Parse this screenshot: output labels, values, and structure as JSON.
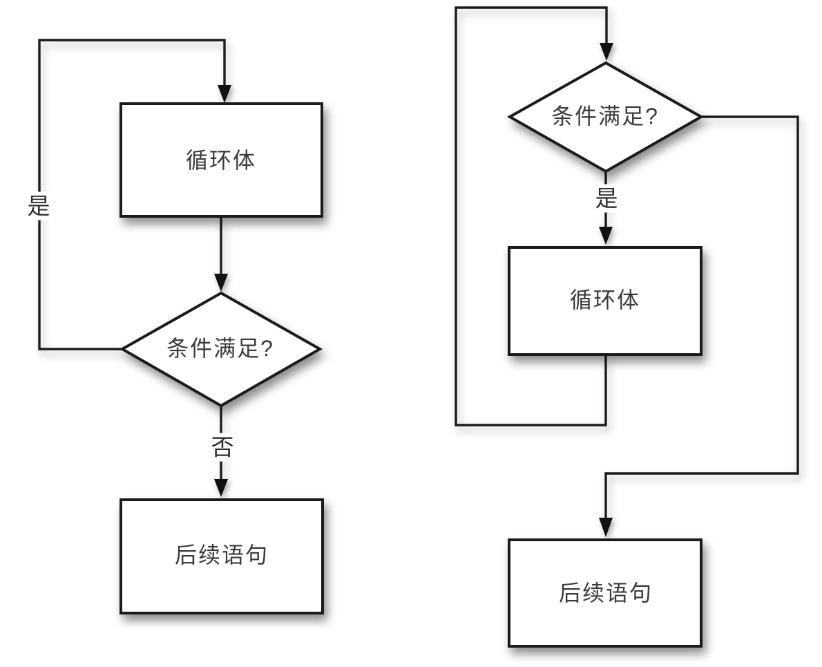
{
  "colors": {
    "background": "#ffffff",
    "shape_fill": "#ffffff",
    "shape_stroke": "#1b1b1b",
    "connector_stroke": "#1c1c1c",
    "text": "#3b3b3b"
  },
  "left_flowchart": {
    "description": "do-while style loop: body first, then condition",
    "loop_body_label": "循环体",
    "condition_label": "条件满足?",
    "followup_label": "后续语句",
    "yes_label": "是",
    "no_label": "否"
  },
  "right_flowchart": {
    "description": "while style loop: condition first, then body",
    "condition_label": "条件满足?",
    "loop_body_label": "循环体",
    "followup_label": "后续语句",
    "yes_label": "是"
  }
}
